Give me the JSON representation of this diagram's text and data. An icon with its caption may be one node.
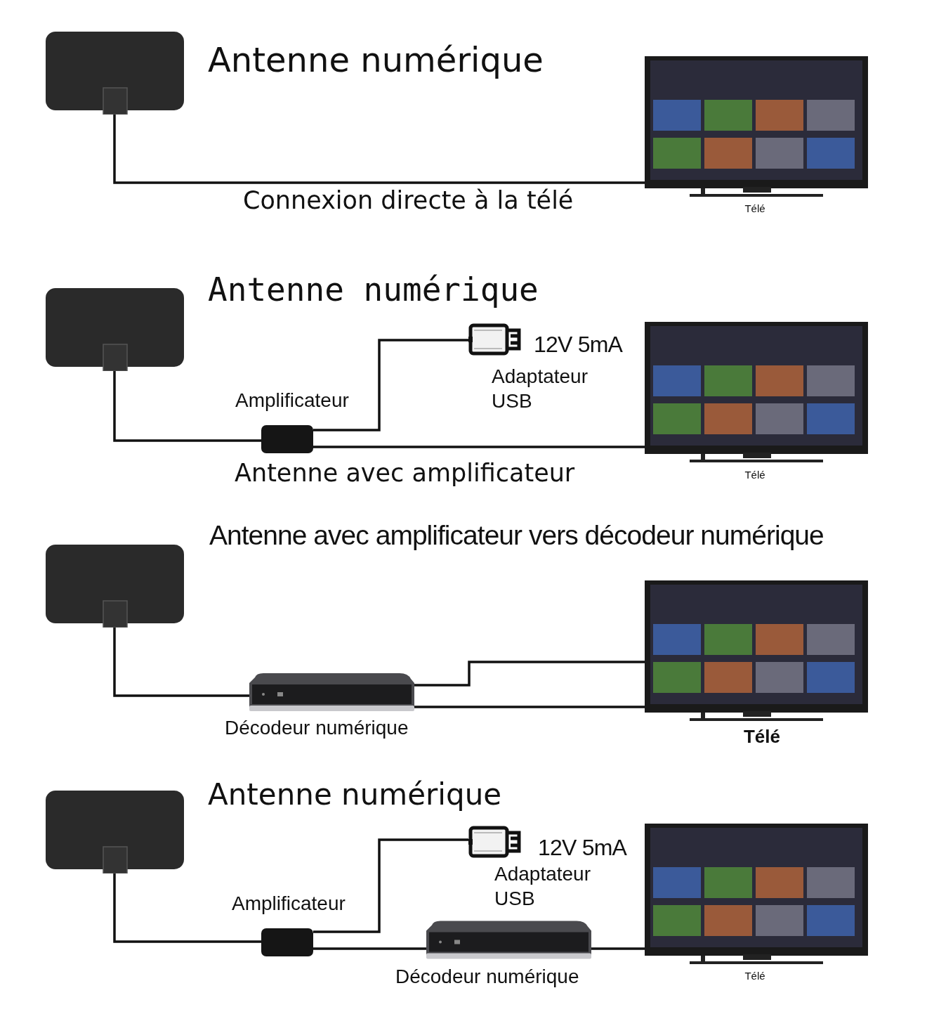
{
  "diagram": {
    "nodes": [
      {
        "text": [],
        "shape": "picture"
      },
      {
        "text": [],
        "shape": "picture",
        "beside": [
          "Télé"
        ]
      },
      {
        "text": [],
        "shape": "picture"
      },
      {
        "text": [],
        "shape": "picture",
        "beside": [
          "Amplificateur"
        ]
      },
      {
        "text": [],
        "shape": "picture",
        "beside": [
          "12V 5mA",
          "Adaptateur USB"
        ]
      },
      {
        "text": [],
        "shape": "picture",
        "beside": [
          "Télé"
        ]
      },
      {
        "text": [],
        "shape": "picture"
      },
      {
        "text": [],
        "shape": "picture",
        "beside": [
          "Décodeur numérique"
        ]
      },
      {
        "text": [],
        "shape": "picture",
        "beside": [
          "Télé"
        ]
      },
      {
        "text": [],
        "shape": "picture"
      },
      {
        "text": [],
        "shape": "picture",
        "beside": [
          "Amplificateur"
        ]
      },
      {
        "text": [],
        "shape": "picture",
        "beside": [
          "12V 5mA",
          "Adaptateur USB"
        ]
      },
      {
        "text": [],
        "shape": "picture",
        "beside": [
          "Décodeur numérique"
        ]
      },
      {
        "text": [],
        "shape": "picture",
        "beside": [
          "Télé"
        ]
      }
    ],
    "edges": [
      {
        "from": 0,
        "to": 1,
        "arrow": "none"
      },
      {
        "from": 2,
        "to": 3,
        "arrow": "none"
      },
      {
        "from": 3,
        "to": 4,
        "arrow": "none"
      },
      {
        "from": 3,
        "to": 5,
        "arrow": "none"
      },
      {
        "from": 6,
        "to": 7,
        "arrow": "none"
      },
      {
        "from": 7,
        "to": 8,
        "arrow": "none"
      },
      {
        "from": 7,
        "to": 8,
        "arrow": "none"
      },
      {
        "from": 9,
        "to": 10,
        "arrow": "none"
      },
      {
        "from": 10,
        "to": 11,
        "arrow": "none"
      },
      {
        "from": 10,
        "to": 12,
        "arrow": "none"
      },
      {
        "from": 12,
        "to": 13,
        "arrow": "none"
      }
    ],
    "labels": [
      "Antenne numérique",
      "Connexion directe à la télé",
      "Antenne numérique",
      "Antenne avec amplificateur",
      "Antenne avec amplificateur vers décodeur numérique",
      "Antenne numérique"
    ]
  }
}
